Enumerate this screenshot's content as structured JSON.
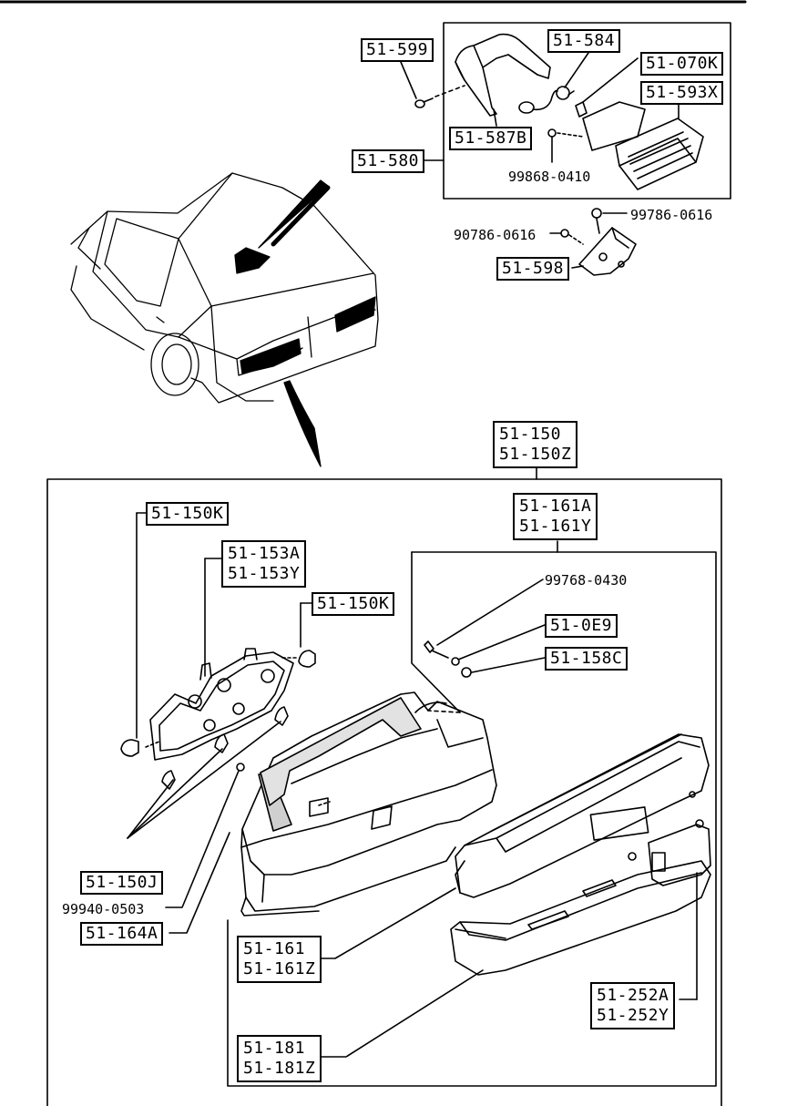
{
  "parts": {
    "p51_599": "51-599",
    "p51_584": "51-584",
    "p51_070K": "51-070K",
    "p51_593X": "51-593X",
    "p51_587B": "51-587B",
    "p51_580": "51-580",
    "n99868_0410": "99868-0410",
    "n99786_0616": "99786-0616",
    "n90786_0616": "90786-0616",
    "p51_598": "51-598",
    "p51_150": "51-150",
    "p51_150Z": "51-150Z",
    "p51_150K_a": "51-150K",
    "p51_150K_b": "51-150K",
    "p51_153A": "51-153A",
    "p51_153Y": "51-153Y",
    "p51_161A": "51-161A",
    "p51_161Y": "51-161Y",
    "n99768_0430": "99768-0430",
    "p51_0E9": "51-0E9",
    "p51_158C": "51-158C",
    "p51_150J": "51-150J",
    "n99940_0503": "99940-0503",
    "p51_164A": "51-164A",
    "p51_161": "51-161",
    "p51_161Z": "51-161Z",
    "p51_252A": "51-252A",
    "p51_252Y": "51-252Y",
    "p51_181": "51-181",
    "p51_181Z": "51-181Z"
  }
}
